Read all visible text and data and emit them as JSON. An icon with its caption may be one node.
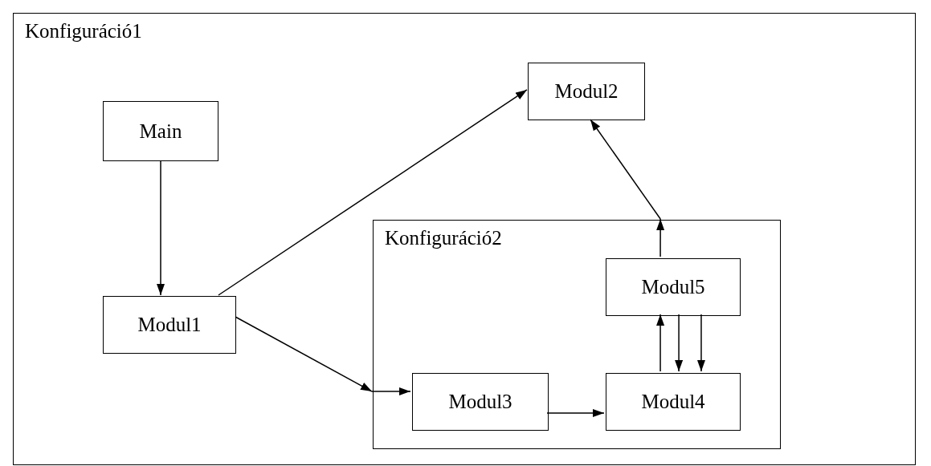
{
  "diagram": {
    "nodes": [
      {
        "text": [
          "Konfiguráció1"
        ]
      },
      {
        "text": [
          "Main"
        ],
        "in": 0
      },
      {
        "text": [
          "Modul2"
        ],
        "in": 0
      },
      {
        "text": [
          "Modul1"
        ],
        "in": 0
      },
      {
        "text": [
          "Konfiguráció2"
        ],
        "in": 0
      },
      {
        "text": [
          "Modul5"
        ],
        "in": 4
      },
      {
        "text": [
          "Modul3"
        ],
        "in": 4
      },
      {
        "text": [
          "Modul4"
        ],
        "in": 4
      }
    ],
    "edges": [
      {
        "from": 1,
        "to": 3,
        "arrow": "to"
      },
      {
        "from": 3,
        "to": 2,
        "arrow": "to"
      },
      {
        "from": 3,
        "to": 4,
        "arrow": "to"
      },
      {
        "from": 4,
        "to": 6,
        "arrow": "to"
      },
      {
        "from": 6,
        "to": 7,
        "arrow": "to"
      },
      {
        "from": 7,
        "to": 5,
        "arrow": "to"
      },
      {
        "from": 5,
        "to": 7,
        "arrow": "to"
      },
      {
        "from": 5,
        "to": 7,
        "arrow": "to"
      },
      {
        "from": 5,
        "to": 4,
        "arrow": "to"
      },
      {
        "from": 4,
        "to": 2,
        "arrow": "to"
      }
    ]
  }
}
